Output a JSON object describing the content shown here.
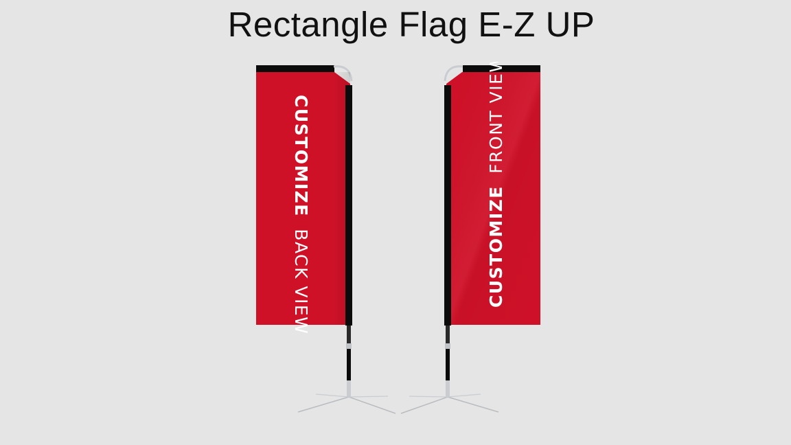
{
  "title": "Rectangle Flag E-Z UP",
  "flags": [
    {
      "view": "back",
      "bold_text": "CUSTOMIZE",
      "light_text": "BACK VIEW"
    },
    {
      "view": "front",
      "bold_text": "CUSTOMIZE",
      "light_text": "FRONT VIEW"
    }
  ],
  "colors": {
    "background": "#e5e5e5",
    "flag_red": "#cf1128",
    "pole_black": "#0b0b0b",
    "pole_silver": "#bfc3c7",
    "text_white": "#ffffff"
  }
}
